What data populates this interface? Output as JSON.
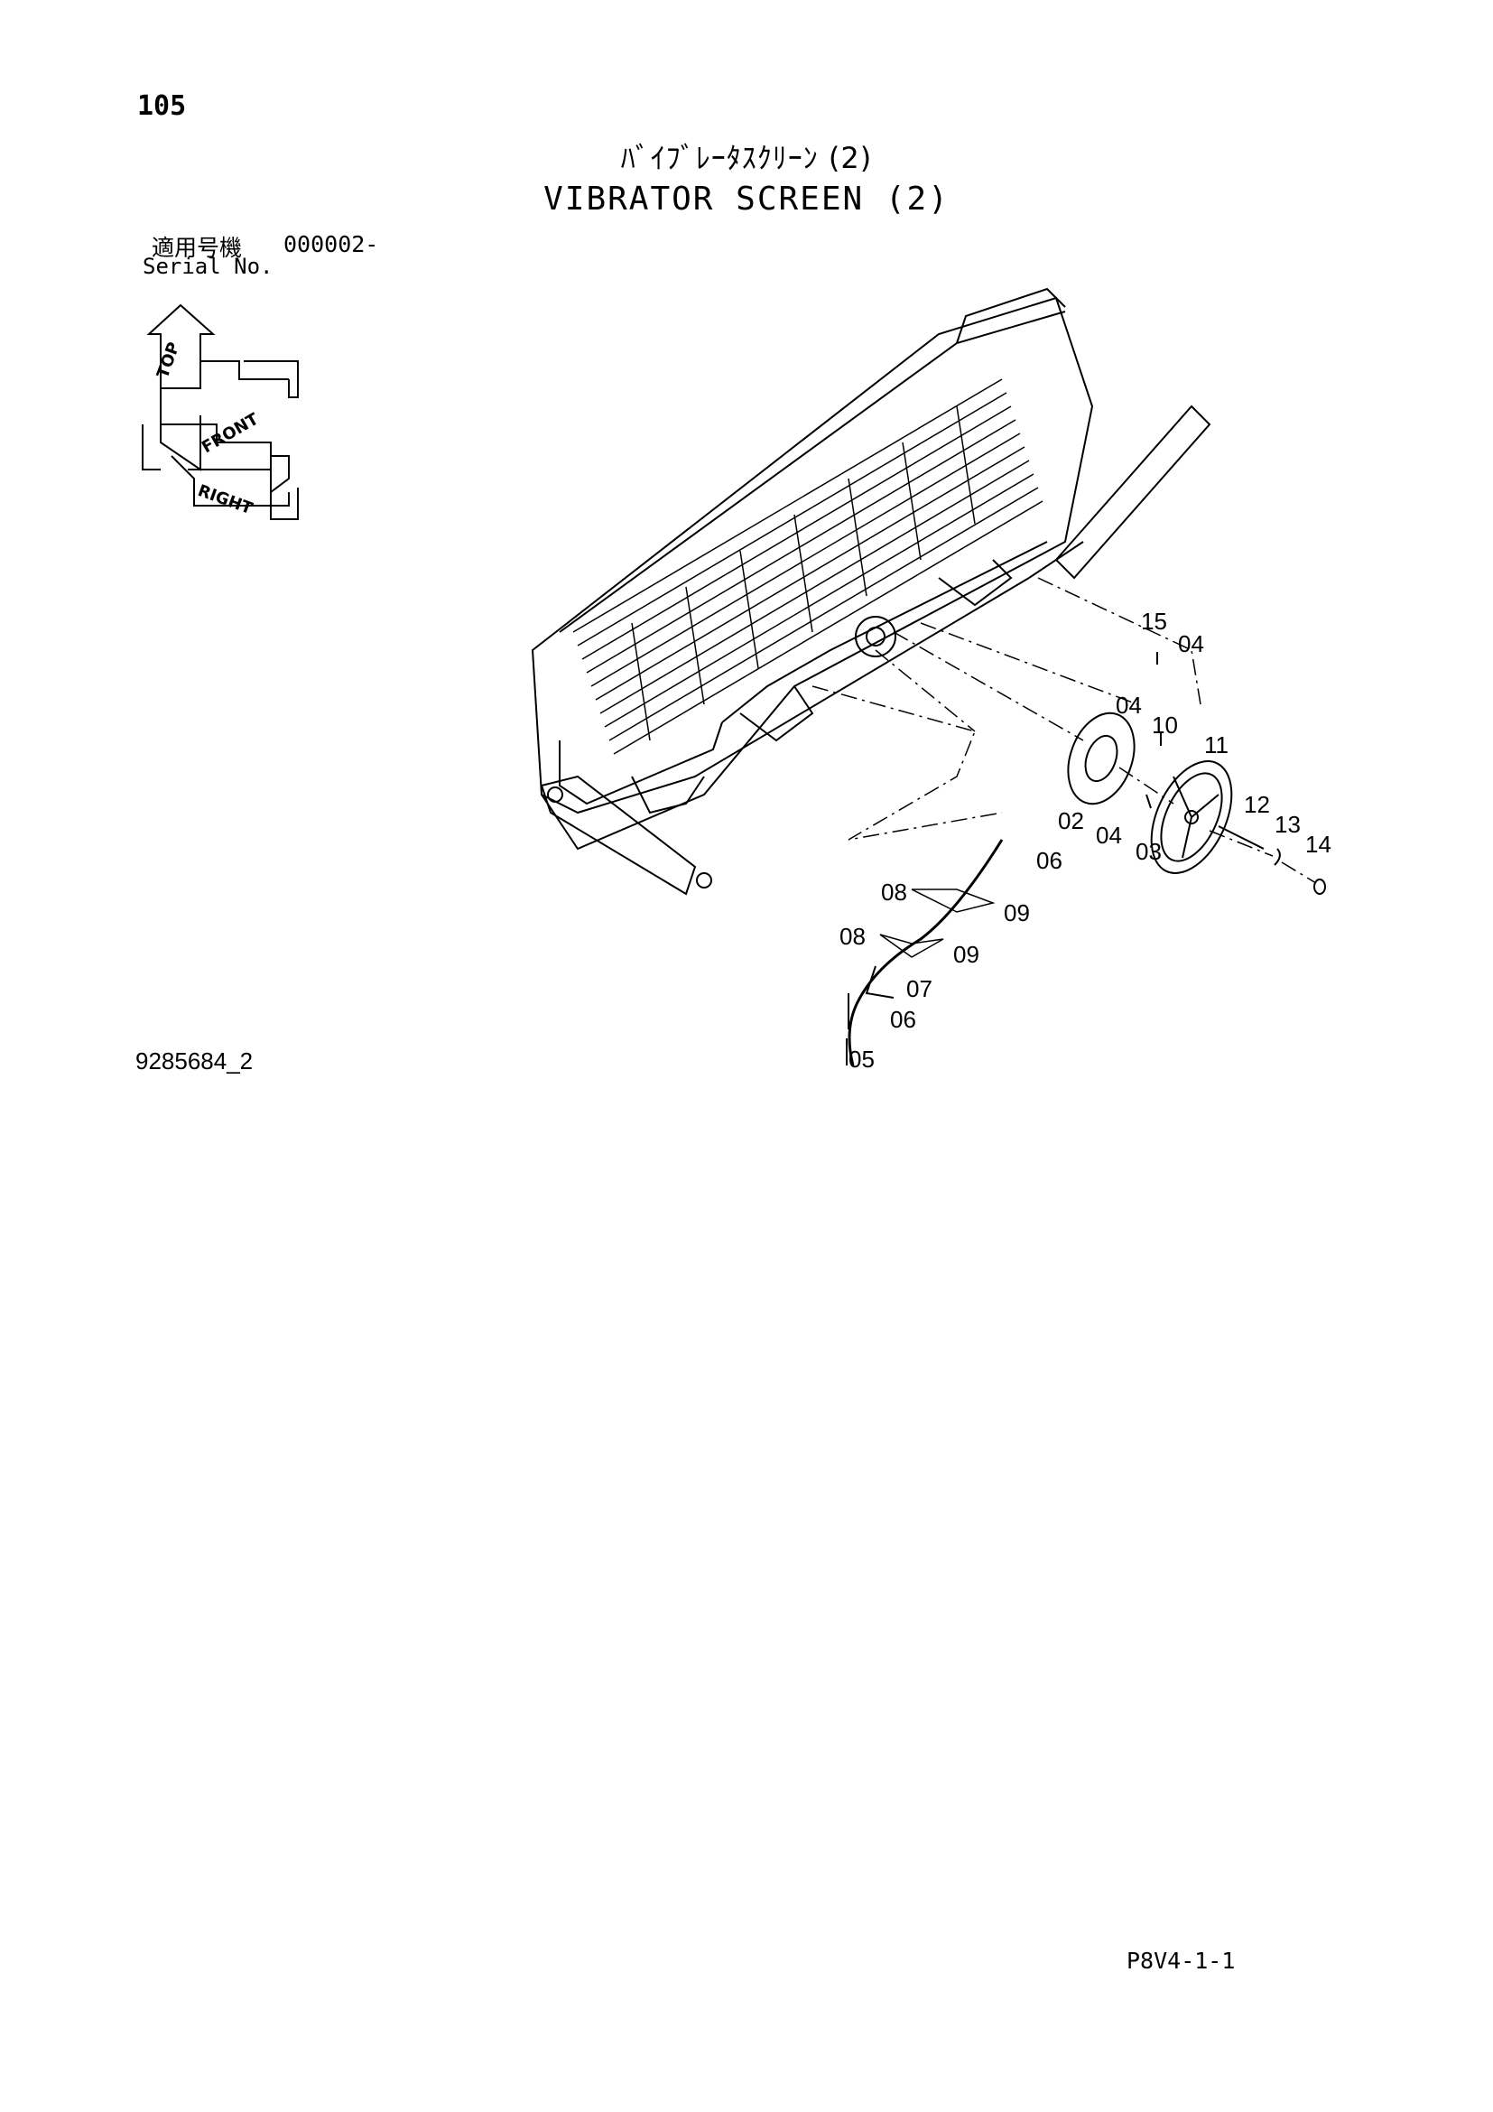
{
  "page": {
    "number": "105",
    "title_jp": "ﾊﾞｲﾌﾞﾚｰﾀｽｸﾘｰﾝ (2)",
    "title_en": "VIBRATOR SCREEN (2)",
    "serial_label_jp": "適用号機",
    "serial_value": "000002-",
    "serial_label_en": "Serial No.",
    "drawing_number": "9285684_2",
    "sheet_code": "P8V4-1-1"
  },
  "orientation": {
    "top": "TOP",
    "front": "FRONT",
    "right": "RIGHT"
  },
  "callouts": {
    "c15": "15",
    "c04a": "04",
    "c04b": "04",
    "c10": "10",
    "c11": "11",
    "c02": "02",
    "c04c": "04",
    "c03": "03",
    "c12": "12",
    "c13": "13",
    "c14": "14",
    "c06a": "06",
    "c08a": "08",
    "c09a": "09",
    "c08b": "08",
    "c09b": "09",
    "c07": "07",
    "c06b": "06",
    "c05": "05"
  }
}
